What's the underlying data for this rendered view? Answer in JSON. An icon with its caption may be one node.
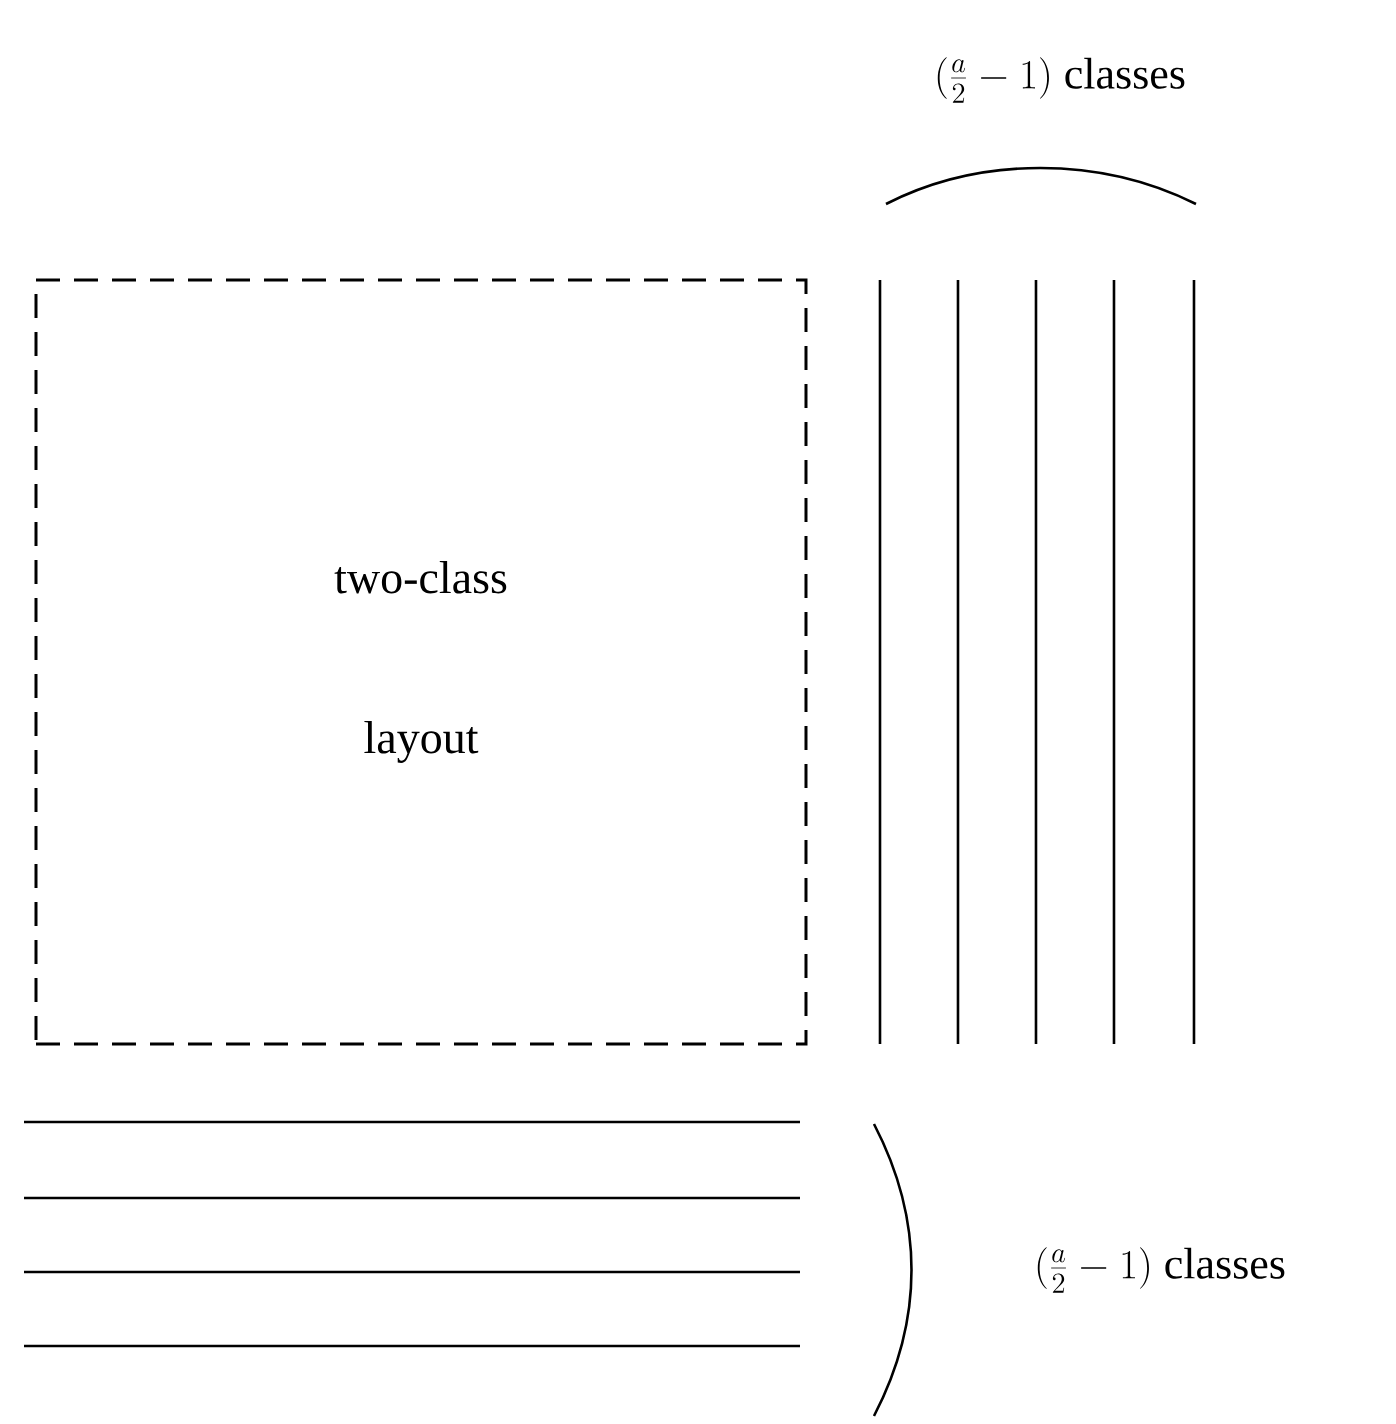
{
  "diagram": {
    "nodes": [
      {
        "text": [
          "two-class layout"
        ]
      }
    ],
    "labels": [
      "(\\frac{a}{2}-1)",
      "classes",
      "(\\frac{a}{2}-1)",
      "classes"
    ]
  }
}
